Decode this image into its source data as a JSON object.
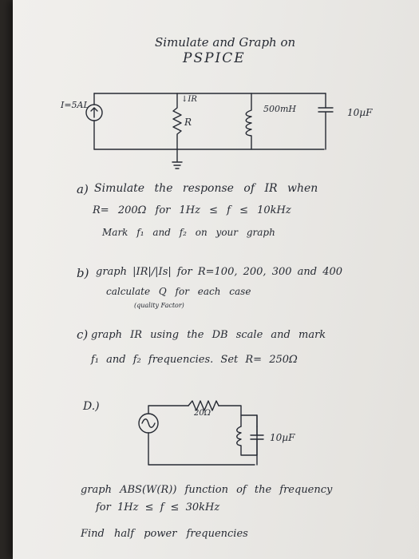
{
  "title": {
    "line1": "Simulate and Graph on",
    "line2": "PSPICE"
  },
  "circuit1": {
    "source_label": "I=5AL",
    "current_label": "↓IR",
    "resistor_label": "R",
    "inductor_label": "500mH",
    "capacitor_label": "10µF"
  },
  "part_a": {
    "label": "a)",
    "line1": "Simulate the response of IR when",
    "line2": "R= 200Ω for 1Hz ≤ f ≤ 10kHz",
    "line3": "Mark f₁ and f₂ on your graph"
  },
  "part_b": {
    "label": "b)",
    "line1": "graph |IR|/|Is| for R=100, 200, 300 and 400",
    "line2": "calculate Q for each case",
    "note": "(quality Factor)"
  },
  "part_c": {
    "label": "c)",
    "line1": "graph IR using the DB scale and mark",
    "line2": "f₁ and f₂ frequencies. Set R= 250Ω"
  },
  "part_d": {
    "label": "D.)",
    "resistor_label": "20Ω",
    "capacitor_label": "10µF",
    "line1": "graph ABS(W(R)) function of the frequency",
    "line2": "for 1Hz ≤ f ≤ 30kHz",
    "line3": "Find half power frequencies"
  }
}
